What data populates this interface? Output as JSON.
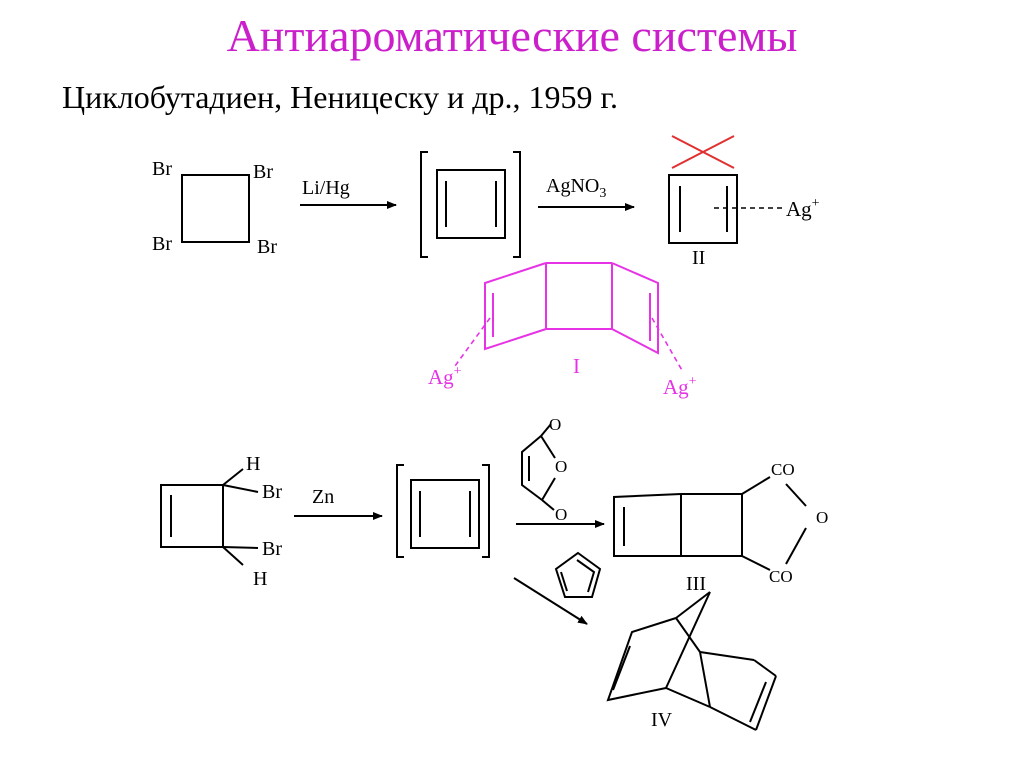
{
  "title": "Антиароматические системы",
  "subtitle": "Циклобутадиен,  Неницеску и др., 1959 г.",
  "colors": {
    "title": "#cc1fcc",
    "magenta": "#e633e6",
    "red": "#e03030",
    "black": "#000000"
  },
  "labels": {
    "br": "Br",
    "h": "H",
    "o": "O",
    "co": "CO",
    "ag": "Ag",
    "plus": "+",
    "reagent_lihg": "Li/Hg",
    "reagent_agno3": "AgNO",
    "sub_3": "3",
    "reagent_zn": "Zn",
    "compound_i": "I",
    "compound_ii": "II",
    "compound_iii": "III",
    "compound_iv": "IV"
  }
}
